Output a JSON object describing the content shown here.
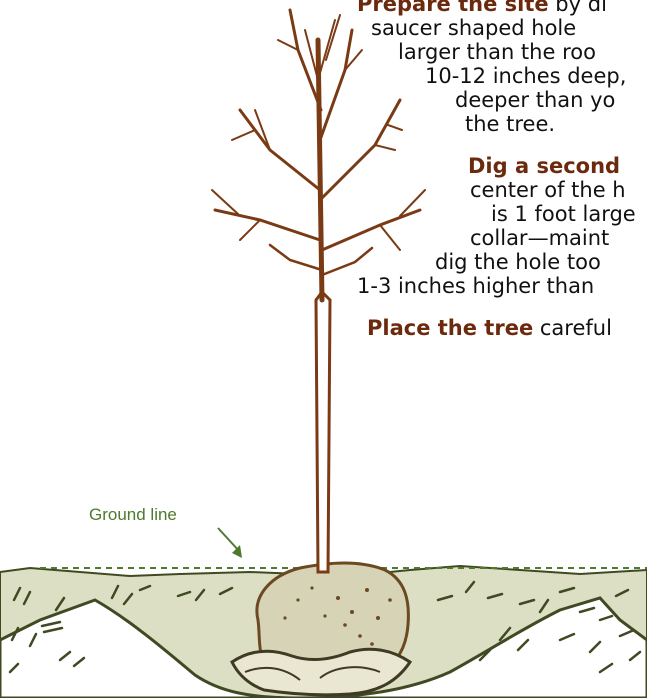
{
  "paragraphs": [
    {
      "lead": "Prepare the site",
      "lines": [
        " by di",
        "saucer shaped hole",
        "larger than the roo",
        "10-12 inches deep,",
        "deeper than yo",
        "the tree."
      ]
    },
    {
      "lead": "Dig a second",
      "lines": [
        "center of the h",
        "is 1 foot large",
        "collar—maint",
        "dig the hole too",
        "1-3 inches higher than"
      ]
    },
    {
      "lead": "Place the tree",
      "lines": [
        " careful"
      ]
    }
  ],
  "ground_label": "Ground line",
  "colors": {
    "bold_text": "#6b2a0e",
    "label_text": "#4f7a2e",
    "tree": "#7a3a14",
    "soil": "#d8dcc0",
    "hatch": "#3f4a23",
    "ground_line": "#4f7a2e",
    "rootball": "#d6d3b6"
  }
}
